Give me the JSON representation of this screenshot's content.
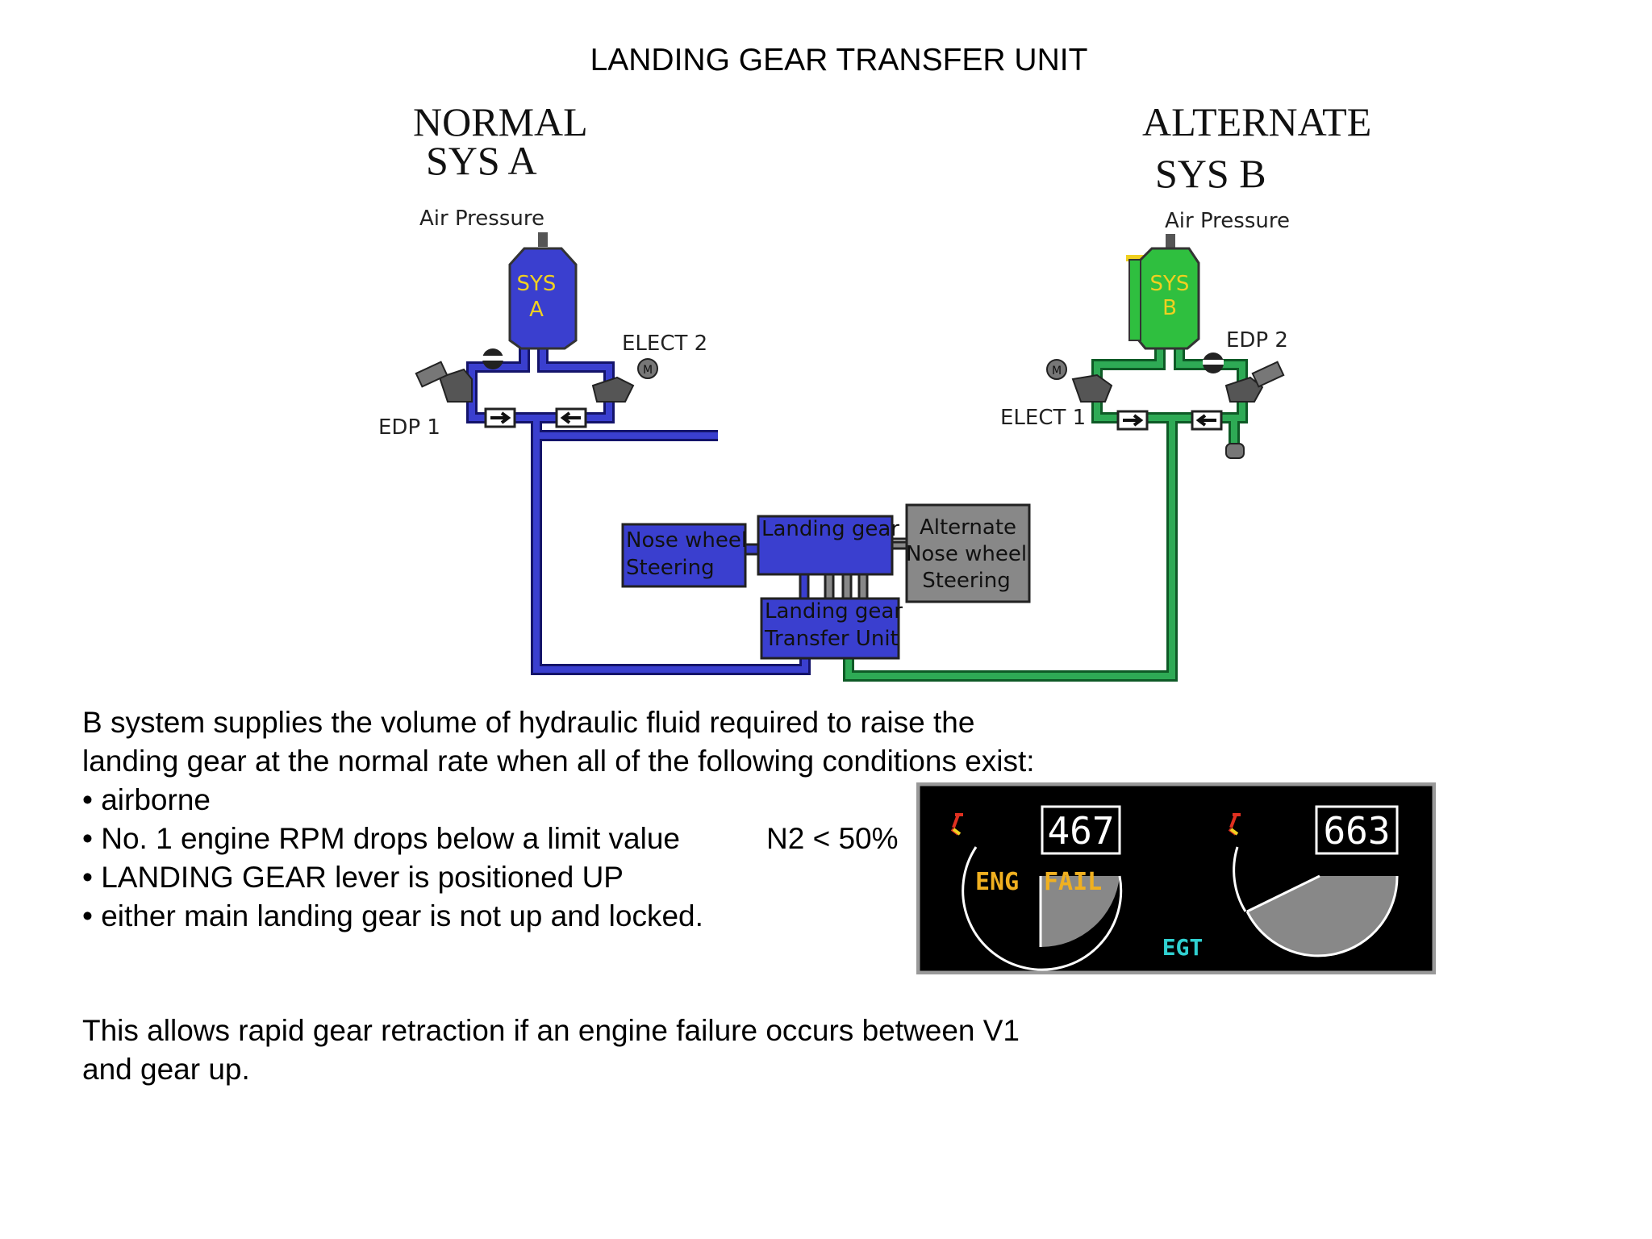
{
  "title": "LANDING GEAR TRANSFER UNIT",
  "normal": {
    "heading": "NORMAL",
    "system": "SYS A"
  },
  "alternate": {
    "heading": "ALTERNATE",
    "system": "SYS B"
  },
  "diagram": {
    "sys_a": {
      "air_pressure": "Air Pressure",
      "reservoir_line1": "SYS",
      "reservoir_line2": "A",
      "elect_pump": "ELECT 2",
      "engine_pump": "EDP 1",
      "pipe_color": "#3a3fcf",
      "reservoir_color": "#3a3fcf"
    },
    "sys_b": {
      "air_pressure": "Air Pressure",
      "reservoir_line1": "SYS",
      "reservoir_line2": "B",
      "elect_pump": "ELECT 1",
      "engine_pump": "EDP 2",
      "pipe_color": "#2eaa55",
      "reservoir_color": "#2fbf3f"
    },
    "boxes": {
      "nose_wheel_line1": "Nose wheel",
      "nose_wheel_line2": "Steering",
      "landing_gear": "Landing gear",
      "alt_nose_line1": "Alternate",
      "alt_nose_line2": "Nose wheel",
      "alt_nose_line3": "Steering",
      "transfer_line1": "Landing gear",
      "transfer_line2": "Transfer Unit"
    },
    "reservoir_text_color": "#f0d020",
    "icons": [
      "motor-icon",
      "pressure-switch-icon",
      "check-valve-icon",
      "filter-icon"
    ]
  },
  "body": {
    "intro_line1": "B system supplies the volume of hydraulic fluid required to raise the",
    "intro_line2": "landing gear at the normal rate when all of the following conditions exist:",
    "bullet1": "• airborne",
    "bullet2": "• No. 1 engine RPM drops below a limit value",
    "n2_note": "N2 < 50%",
    "bullet3": "• LANDING GEAR lever is positioned UP",
    "bullet4": "• either main landing gear is not up and locked.",
    "outro_line1": "This allows rapid gear retraction if an engine failure occurs between V1",
    "outro_line2": "and gear up."
  },
  "egt_display": {
    "left_value": "467",
    "right_value": "663",
    "eng_label": "ENG",
    "fail_label": "FAIL",
    "egt_label": "EGT",
    "eng_color": "#f0b020",
    "egt_color": "#30d0d0"
  }
}
